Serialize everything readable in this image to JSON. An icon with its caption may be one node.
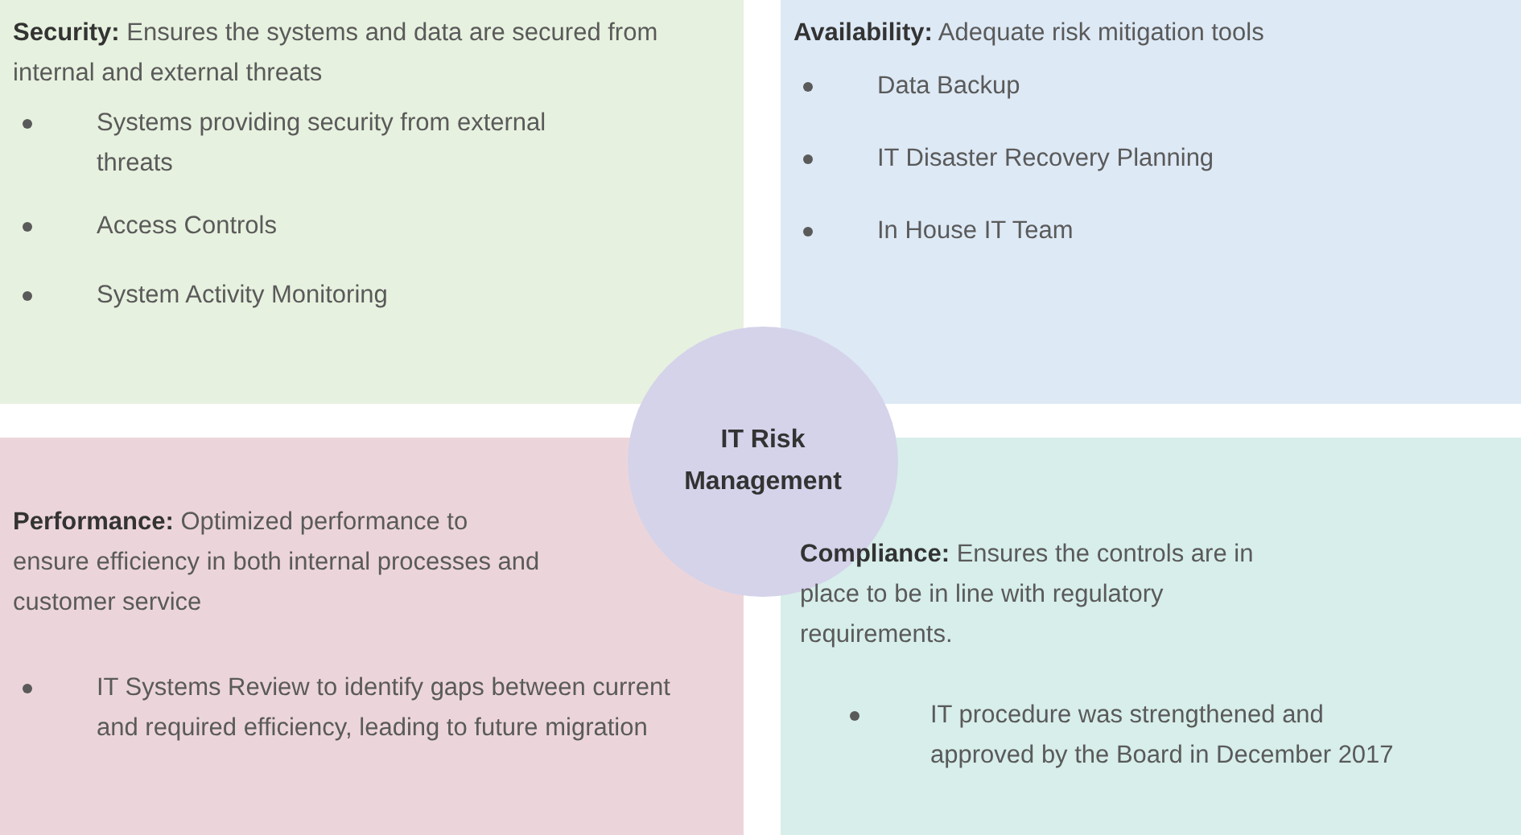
{
  "diagram": {
    "nodes": [
      {
        "text": [
          "**Security:** Ensures the systems and data are secured from internal and external threats",
          "Systems providing security from external threats",
          "Access Controls",
          "System Activity Monitoring"
        ]
      },
      {
        "text": [
          "**Availability:** Adequate risk mitigation tools",
          "Data Backup",
          "IT Disaster Recovery Planning",
          "In House IT Team"
        ]
      },
      {
        "text": [
          "**Performance:** Optimized performance to ensure efficiency in both internal processes and customer service",
          "IT Systems Review to identify gaps between current and required efficiency, leading to future migration"
        ]
      },
      {
        "text": [
          "**Compliance:** Ensures the controls are in place to be in line with regulatory requirements.",
          "IT procedure was strengthened and approved by the Board in December 2017"
        ]
      },
      {
        "text": [
          "IT Risk Management"
        ]
      }
    ]
  }
}
